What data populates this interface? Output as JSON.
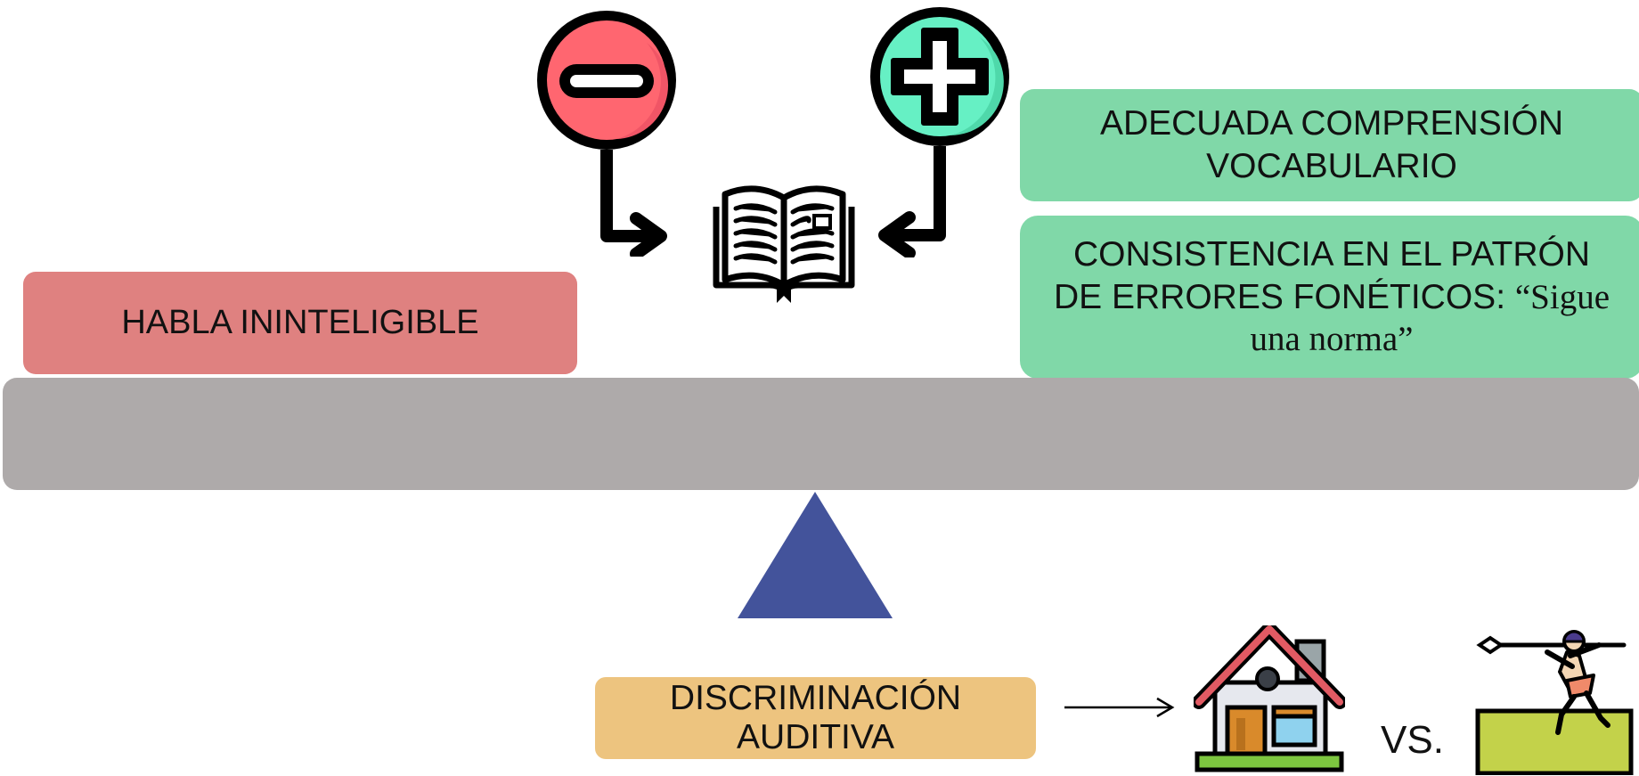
{
  "negative": {
    "icon": "minus-circle-icon",
    "color": "#ff6670",
    "label": "HABLA ININTELIGIBLE"
  },
  "positive": {
    "icon": "plus-circle-icon",
    "color": "#66f0c4",
    "item1": {
      "line1": "ADECUADA COMPRENSIÓN",
      "line2": "VOCABULARIO"
    },
    "item2": {
      "line1": "CONSISTENCIA EN EL PATRÓN",
      "line2a": "DE ERRORES FONÉTICOS: ",
      "line2b": "“Sigue",
      "line3": "una norma”"
    }
  },
  "center_icon": "open-book-icon",
  "scale": {
    "beam_color": "#aeaaaa",
    "fulcrum_color": "#43539b"
  },
  "bottom": {
    "label_line1": "DISCRIMINACIÓN",
    "label_line2": "AUDITIVA",
    "arrow_icon": "arrow-right-icon",
    "example1_icon": "house-icon",
    "vs": "VS.",
    "example2_icon": "hunter-with-spear-icon"
  }
}
